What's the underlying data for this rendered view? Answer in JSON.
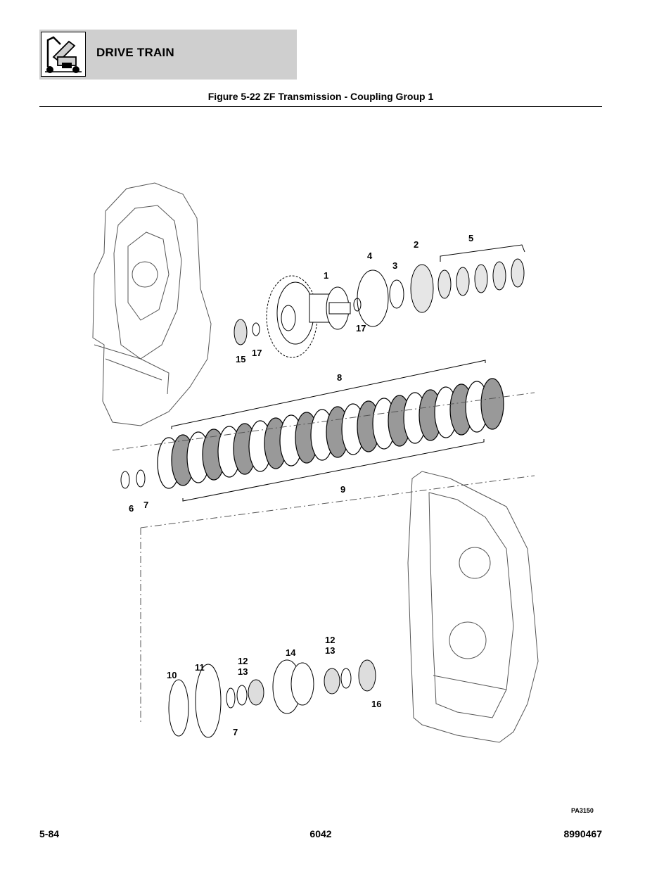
{
  "header": {
    "section_title": "DRIVE TRAIN",
    "logo_icon": "boom-lift-icon"
  },
  "figure": {
    "title": "Figure 5-22 ZF Transmission - Coupling Group 1",
    "ref_code": "PA3150",
    "labels": [
      "1",
      "2",
      "3",
      "4",
      "5",
      "17",
      "15",
      "17",
      "8",
      "6",
      "7",
      "9",
      "10",
      "11",
      "12",
      "13",
      "14",
      "12",
      "13",
      "16",
      "7"
    ]
  },
  "footer": {
    "page_number": "5-84",
    "model": "6042",
    "part_number": "8990467"
  }
}
